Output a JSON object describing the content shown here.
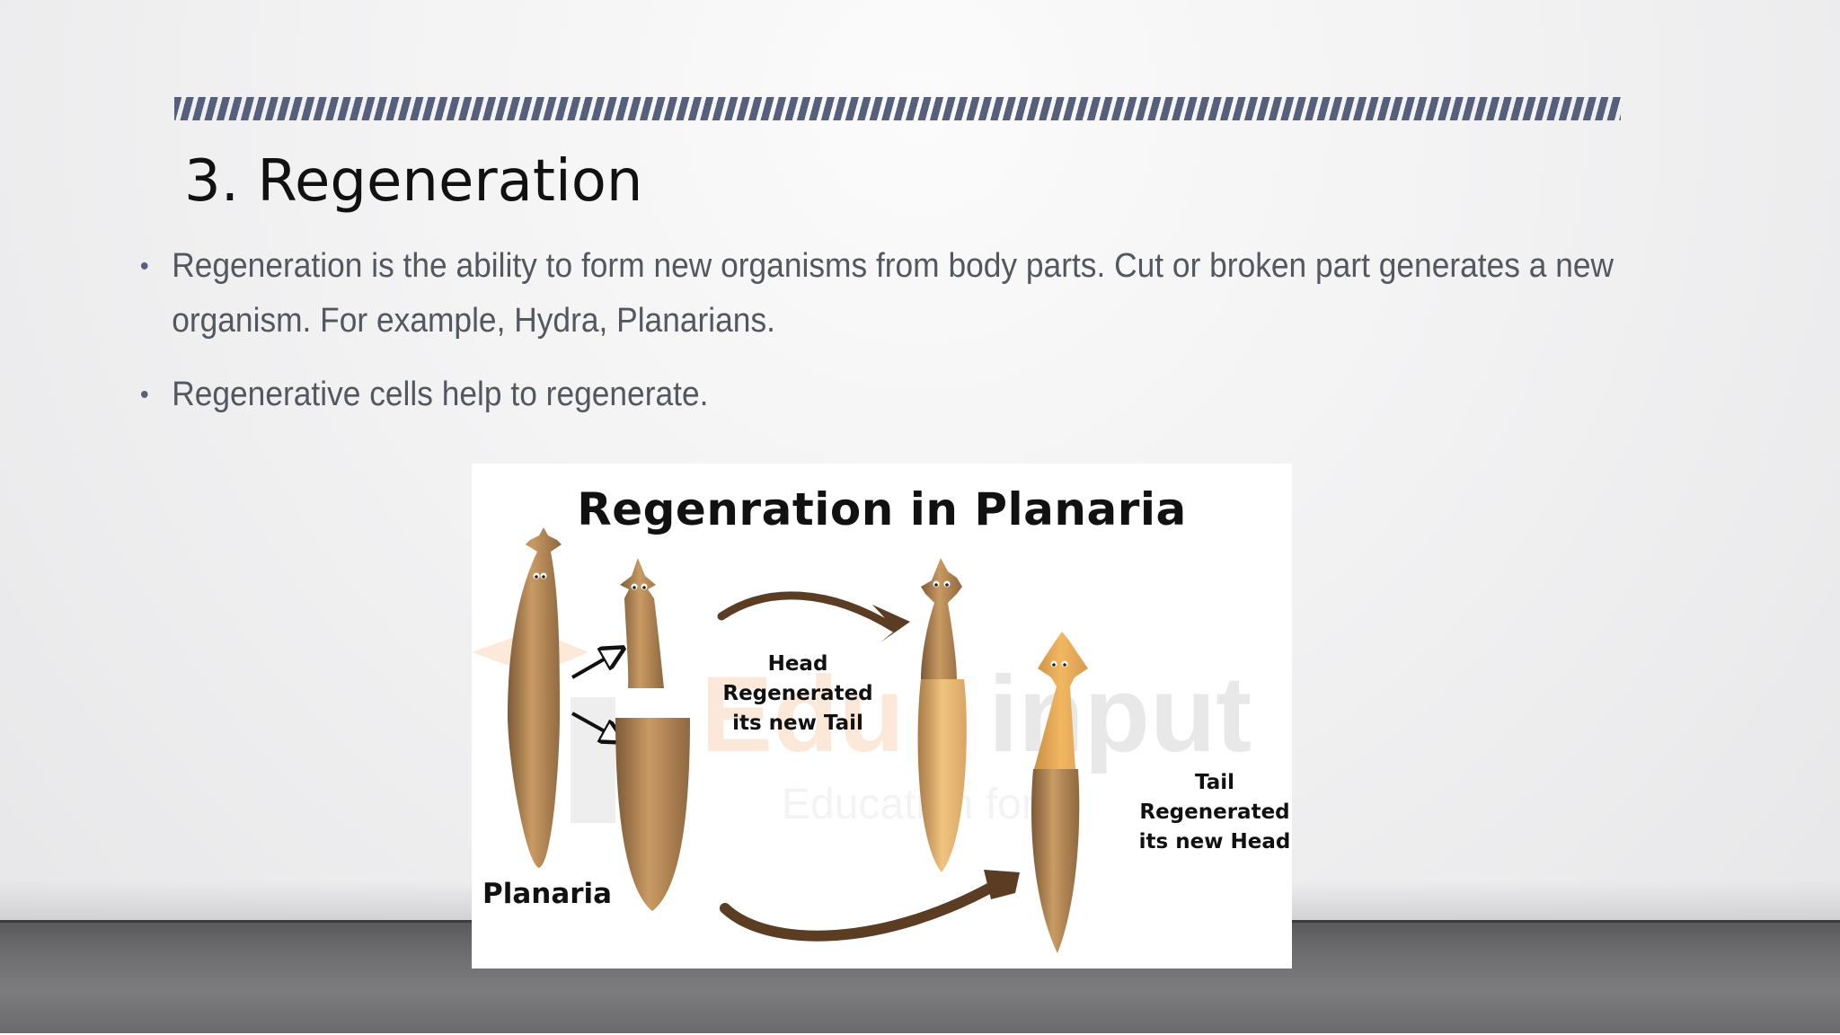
{
  "slide": {
    "title": "3. Regeneration",
    "bullets": [
      "Regeneration is the ability to form new organisms from body parts. Cut or broken part generates a new organism. For example, Hydra, Planarians.",
      "Regenerative cells help to regenerate."
    ],
    "bullet_symbol": "•",
    "colors": {
      "accent": "#56607d",
      "title": "#111111",
      "body_text": "#535760",
      "planaria_body": "#b9854f",
      "arrow": "#5a3d22"
    }
  },
  "figure": {
    "title": "Regenration in Planaria",
    "label_head_line1": "Head Regenerated",
    "label_head_line2": "its new Tail",
    "label_tail_line1": "Tail",
    "label_tail_line2": "Regenerated",
    "label_tail_line3": "its new Head",
    "label_planaria": "Planaria",
    "watermark": "EduInput"
  }
}
